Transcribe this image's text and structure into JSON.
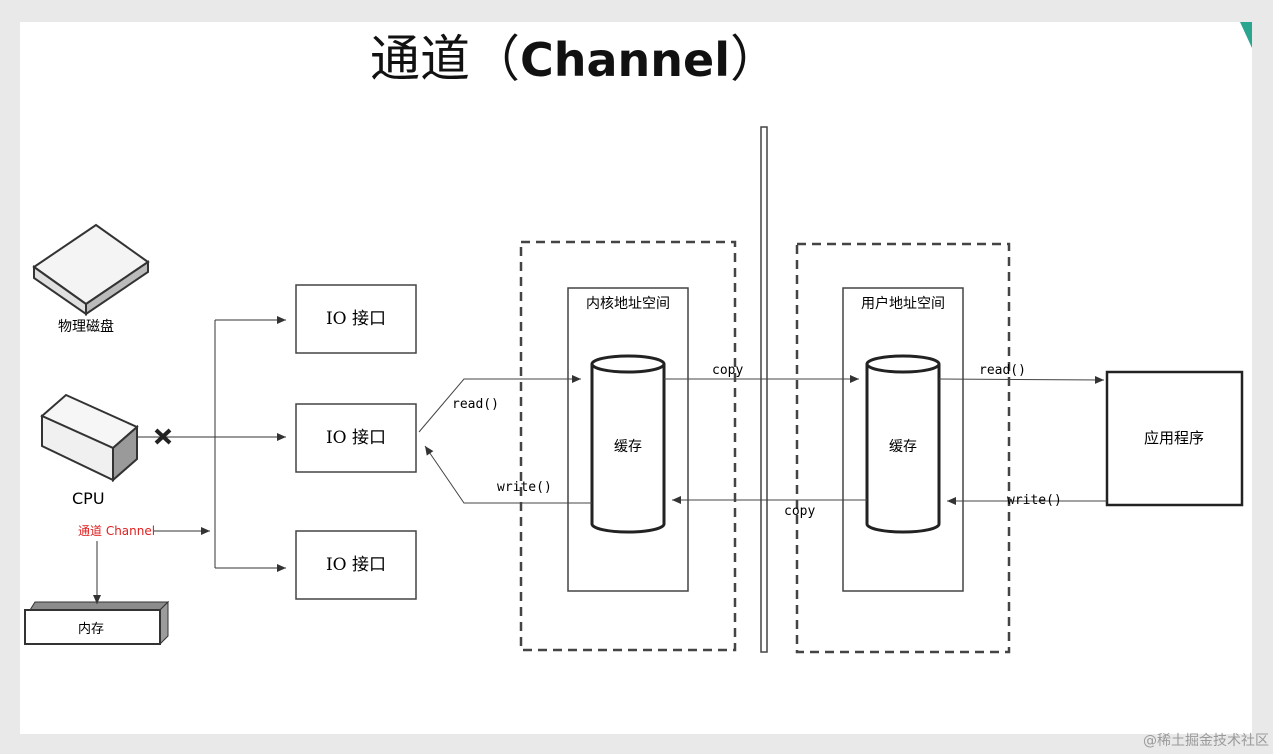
{
  "title": {
    "cjk": "通道（",
    "latin": "Channel",
    "close": "）"
  },
  "devices": {
    "disk_label": "物理磁盘",
    "cpu_label": "CPU",
    "channel_label": "通道 Channel",
    "memory_label": "内存"
  },
  "io_ports": [
    "IO 接口",
    "IO 接口",
    "IO 接口"
  ],
  "kernel": {
    "label": "内核地址空间",
    "buffer": "缓存"
  },
  "user": {
    "label": "用户地址空间",
    "buffer": "缓存"
  },
  "app": {
    "label": "应用程序"
  },
  "arrows": {
    "io_read": "read()",
    "io_write": "write()",
    "copy_top": "copy",
    "copy_bottom": "copy",
    "app_read": "read()",
    "app_write": "write()"
  },
  "colors": {
    "channel_text": "#e02020",
    "accent": "#2aa58f"
  },
  "watermark": "@稀土掘金技术社区"
}
